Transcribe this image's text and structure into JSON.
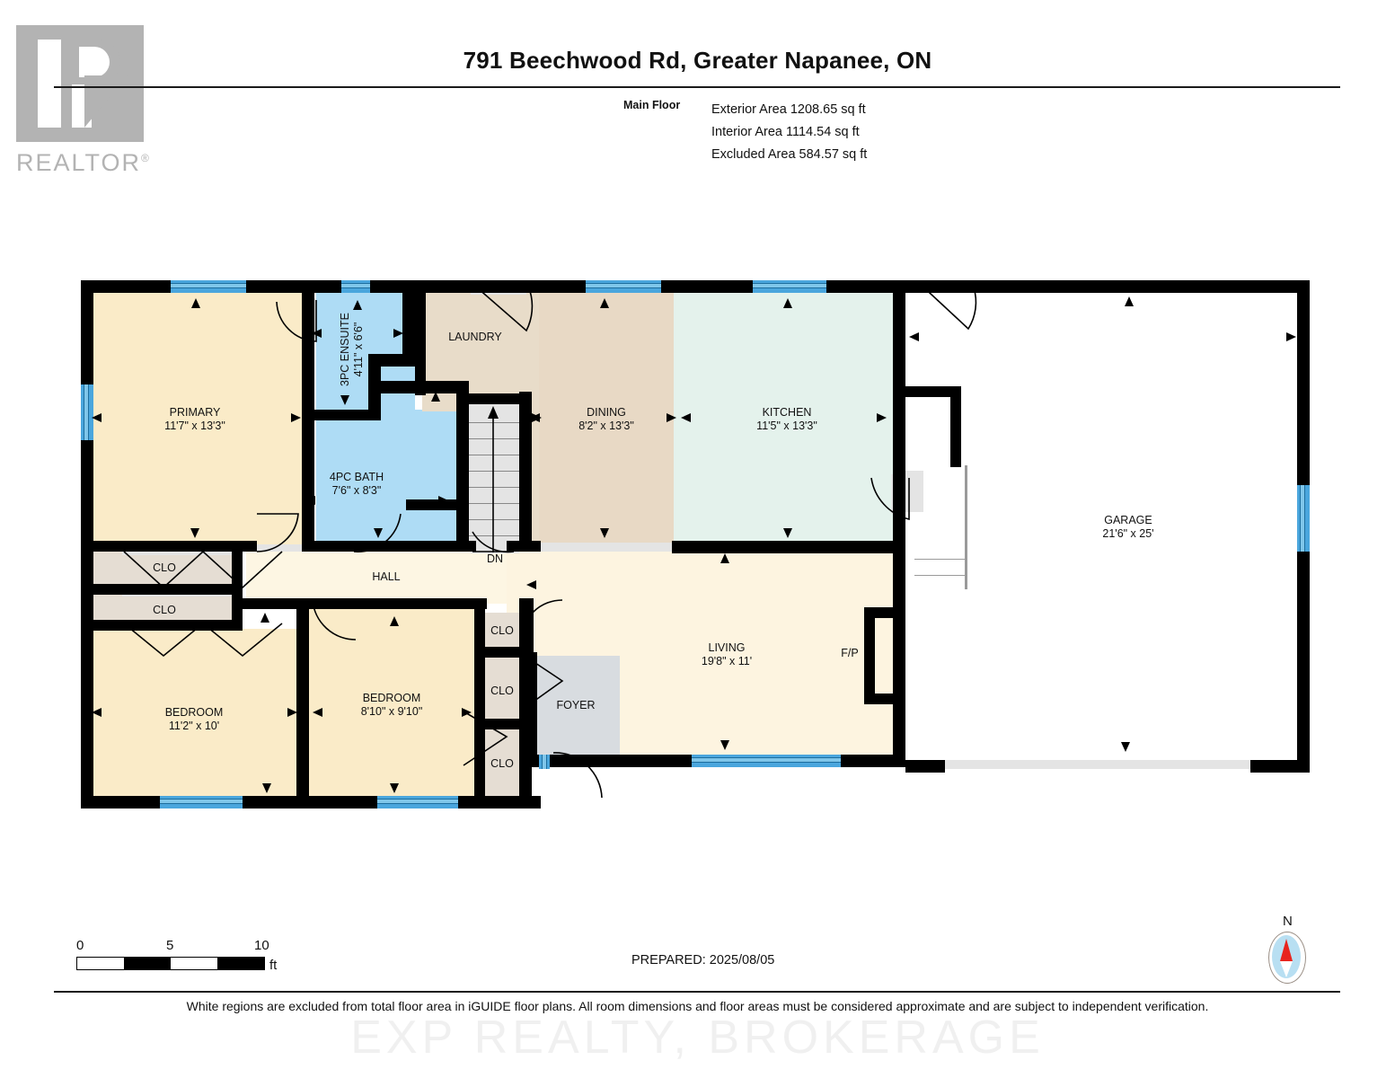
{
  "brand": {
    "logo_text": "REALTOR",
    "logo_reg": "®"
  },
  "header": {
    "title": "791 Beechwood Rd, Greater Napanee, ON",
    "floor_label": "Main Floor",
    "exterior_area": "Exterior Area 1208.65 sq ft",
    "interior_area": "Interior Area 1114.54 sq ft",
    "excluded_area": "Excluded Area 584.57 sq ft"
  },
  "rooms": [
    {
      "name": "PRIMARY",
      "dim": "11'7\" x 13'3\"",
      "color": "#FAEBC8"
    },
    {
      "name": "3PC ENSUITE",
      "dim": "4'11\" x 6'6\"",
      "color": "#AEDCF5"
    },
    {
      "name": "4PC BATH",
      "dim": "7'6\" x 8'3\"",
      "color": "#AEDCF5"
    },
    {
      "name": "LAUNDRY",
      "dim": "",
      "color": "#E8DCC9"
    },
    {
      "name": "DINING",
      "dim": "8'2\" x 13'3\"",
      "color": "#E8D9C5"
    },
    {
      "name": "KITCHEN",
      "dim": "11'5\" x 13'3\"",
      "color": "#E4F2EC"
    },
    {
      "name": "GARAGE",
      "dim": "21'6\" x 25'",
      "color": "#FFFFFF"
    },
    {
      "name": "HALL",
      "dim": "",
      "color": "#FDF6E3"
    },
    {
      "name": "LIVING",
      "dim": "19'8\" x 11'",
      "color": "#FDF4E0"
    },
    {
      "name": "BEDROOM",
      "dim": "11'2\" x 10'",
      "color": "#FAEBC8"
    },
    {
      "name": "BEDROOM",
      "dim": "8'10\" x 9'10\"",
      "color": "#FAEBC8"
    },
    {
      "name": "FOYER",
      "dim": "",
      "color": "#D8DCE0"
    },
    {
      "name": "CLO",
      "dim": "",
      "color": "#E5DDD3"
    },
    {
      "name": "CLO",
      "dim": "",
      "color": "#E5DDD3"
    },
    {
      "name": "CLO",
      "dim": "",
      "color": "#E5DDD3"
    },
    {
      "name": "CLO",
      "dim": "",
      "color": "#E5DDD3"
    },
    {
      "name": "CLO",
      "dim": "",
      "color": "#E5DDD3"
    }
  ],
  "markers": {
    "stairs_down": "DN",
    "fireplace": "F/P"
  },
  "scale": {
    "zero": "0",
    "five": "5",
    "ten": "10",
    "unit": "ft"
  },
  "footer": {
    "prepared": "PREPARED: 2025/08/05",
    "compass_north": "N",
    "disclaimer": "White regions are excluded from total floor area in iGUIDE floor plans. All room dimensions and floor areas must be considered approximate and are subject to independent verification.",
    "watermark": "EXP REALTY, BROKERAGE"
  },
  "colors": {
    "wall": "#000000",
    "window": "#4aa6dd",
    "bath": "#AEDCF5",
    "bedroom": "#FAEBC8",
    "kitchen": "#E4F2EC",
    "dining": "#E8D9C5",
    "hall": "#FDF6E3",
    "closet": "#E5DDD3",
    "foyer": "#D8DCE0",
    "compass_needle": "#e8251f",
    "compass_face": "#b8dff2",
    "logo_grey": "#b3b3b3"
  }
}
